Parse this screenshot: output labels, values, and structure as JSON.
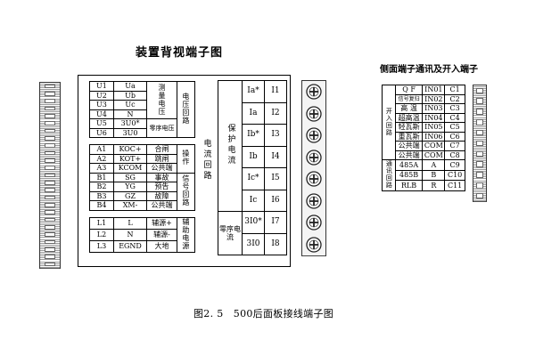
{
  "title": "装置背视端子图",
  "side_title": "侧面端子通讯及开入端子",
  "caption": "图2. 5　500后面板接线端子图",
  "voltage_rows": [
    {
      "code": "U1",
      "sig": "Ua"
    },
    {
      "code": "U2",
      "sig": "Ub"
    },
    {
      "code": "U3",
      "sig": "Uc"
    },
    {
      "code": "U4",
      "sig": "N"
    },
    {
      "code": "U5",
      "sig": "3U0*"
    },
    {
      "code": "U6",
      "sig": "3U0"
    }
  ],
  "measure_voltage": "测量电压",
  "zero_seq_voltage": "零序电压",
  "voltage_loop": "电压回路",
  "op_rows": [
    {
      "code": "A1",
      "sig": "KOC+",
      "desc": "合闸"
    },
    {
      "code": "A2",
      "sig": "KOT+",
      "desc": "跳闸"
    },
    {
      "code": "A3",
      "sig": "KCOM",
      "desc": "公共端"
    }
  ],
  "op_label": "操作",
  "sig_rows": [
    {
      "code": "B1",
      "sig": "SG",
      "desc": "事故"
    },
    {
      "code": "B2",
      "sig": "YG",
      "desc": "预告"
    },
    {
      "code": "B3",
      "sig": "GZ",
      "desc": "故障"
    },
    {
      "code": "B4",
      "sig": "XM-",
      "desc": "公共端"
    }
  ],
  "signal_loop": "信号回路",
  "aux_rows": [
    {
      "code": "L1",
      "sig": "L",
      "desc": "辅源+"
    },
    {
      "code": "L2",
      "sig": "N",
      "desc": "辅源-"
    },
    {
      "code": "L3",
      "sig": "EGND",
      "desc": "大地"
    }
  ],
  "aux_power": "辅助电源",
  "current_loop": "电流回路",
  "protect_current": "保护电流",
  "zero_seq_current": "零序电流",
  "current_rows": [
    {
      "sig": "Ia*",
      "code": "I1"
    },
    {
      "sig": "Ia",
      "code": "I2"
    },
    {
      "sig": "Ib*",
      "code": "I3"
    },
    {
      "sig": "Ib",
      "code": "I4"
    },
    {
      "sig": "Ic*",
      "code": "I5"
    },
    {
      "sig": "Ic",
      "code": "I6"
    },
    {
      "sig": "3I0*",
      "code": "I7"
    },
    {
      "sig": "3I0",
      "code": "I8"
    }
  ],
  "side_in_rows": [
    {
      "desc": "Q F",
      "code": "IN01",
      "term": "C1"
    },
    {
      "desc": "信号复归",
      "code": "IN02",
      "term": "C2"
    },
    {
      "desc": "高 温",
      "code": "IN03",
      "term": "C3"
    },
    {
      "desc": "超高温",
      "code": "IN04",
      "term": "C4"
    },
    {
      "desc": "轻瓦斯",
      "code": "IN05",
      "term": "C5"
    },
    {
      "desc": "重瓦斯",
      "code": "IN06",
      "term": "C6"
    },
    {
      "desc": "公共端",
      "code": "COM",
      "term": "C7"
    },
    {
      "desc": "公共端",
      "code": "COM",
      "term": "C8"
    }
  ],
  "binary_input_loop": "开入回路",
  "comm_rows": [
    {
      "desc": "485A",
      "code": "A",
      "term": "C9"
    },
    {
      "desc": "485B",
      "code": "B",
      "term": "C10"
    },
    {
      "desc": "RLB",
      "code": "R",
      "term": "C11"
    }
  ],
  "comm_loop": "通讯回路"
}
